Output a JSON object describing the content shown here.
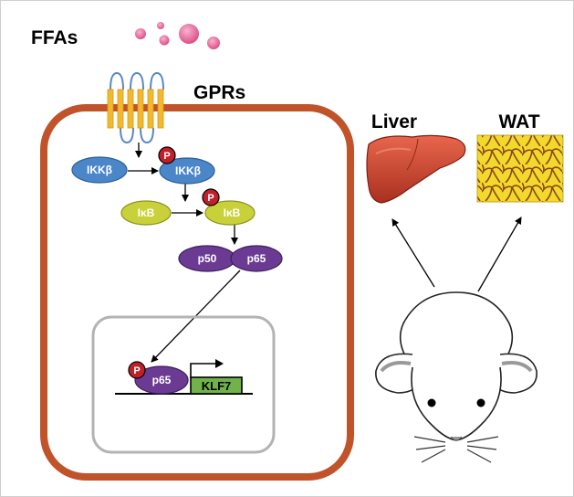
{
  "labels": {
    "ffas": "FFAs",
    "gprs": "GPRs",
    "liver": "Liver",
    "wat": "WAT"
  },
  "nodes": {
    "ikkb": "IKKβ",
    "ikkb_p": "IKKβ",
    "ikb": "IκB",
    "ikb_p": "IκB",
    "p50": "p50",
    "p65": "p65",
    "p65_nucleus": "p65",
    "klf7": "KLF7"
  },
  "phospho": "P",
  "colors": {
    "cell_border": "#c0532a",
    "nucleus_border": "#b3b3b3",
    "ikkb": "#4a86c8",
    "ikb": "#c9d13a",
    "p65": "#6b3a93",
    "phospho": "#c0202a",
    "klf7": "#72b24a",
    "receptor_stripe": "#f2b830",
    "receptor_loop": "#5a86c0",
    "ffa": "#e05a8e",
    "liver": "#c8442e",
    "wat": "#f2da2a"
  }
}
